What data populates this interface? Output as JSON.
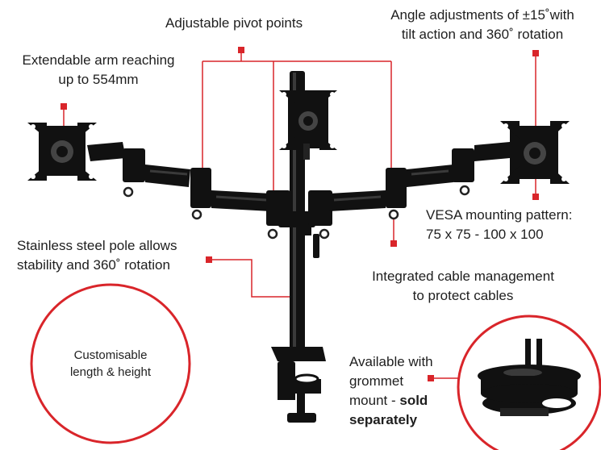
{
  "labels": {
    "pivot": "Adjustable pivot points",
    "angle_line1": "Angle adjustments of ±15˚with",
    "angle_line2": "tilt action and 360˚ rotation",
    "arm_line1": "Extendable arm reaching",
    "arm_line2": "up to 554mm",
    "vesa_line1": "VESA mounting pattern:",
    "vesa_line2": "75 x 75 - 100 x 100",
    "pole_line1": "Stainless steel pole allows",
    "pole_line2": "stability and 360˚ rotation",
    "cable_line1": "Integrated cable management",
    "cable_line2": "to protect cables",
    "custom_line1": "Customisable",
    "custom_line2": "length & height",
    "grommet_line1": "Available with",
    "grommet_line2": "grommet",
    "grommet_line3a": "mount - ",
    "grommet_line3b": "sold",
    "grommet_line4": "separately"
  },
  "colors": {
    "accent": "#d9252a",
    "mount": "#111111",
    "mount_highlight": "#3a3a3a"
  }
}
